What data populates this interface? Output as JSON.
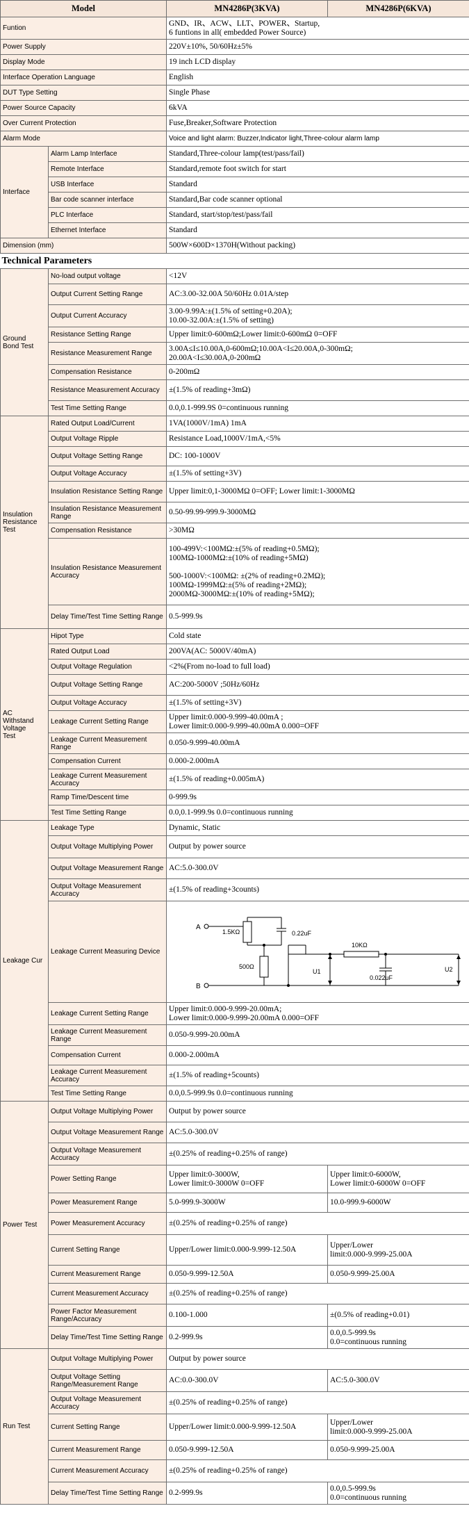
{
  "header": {
    "model": "Model",
    "col1": "MN4286P(3KVA)",
    "col2": "MN4286P(6KVA)"
  },
  "general": [
    {
      "label": "Funtion",
      "value": "GND、IR、ACW、LLT、POWER、Startup,\n6 funtions in all( embedded Power Source)"
    },
    {
      "label": "Power Supply",
      "value": "220V±10%, 50/60Hz±5%"
    },
    {
      "label": "Display Mode",
      "value": "19 inch LCD display"
    },
    {
      "label": "Interface Operation Language",
      "value": "English"
    },
    {
      "label": "DUT Type Setting",
      "value": "Single Phase"
    },
    {
      "label": "Power Source Capacity",
      "value": "6kVA"
    },
    {
      "label": "Over Current Protection",
      "value": "Fuse,Breaker,Software Protection"
    },
    {
      "label": "Alarm Mode",
      "value": "Voice and light alarm: Buzzer,Indicator light,Three-colour alarm lamp"
    }
  ],
  "interface": {
    "group": "Interface",
    "rows": [
      {
        "label": "Alarm Lamp Interface",
        "value": "Standard,Three-colour lamp(test/pass/fail)"
      },
      {
        "label": "Remote Interface",
        "value": "Standard,remote foot switch for start"
      },
      {
        "label": "USB Interface",
        "value": "Standard"
      },
      {
        "label": "Bar code scanner interface",
        "value": "Standard,Bar code scanner  optional"
      },
      {
        "label": "PLC Interface",
        "value": "Standard, start/stop/test/pass/fail"
      },
      {
        "label": "Ethernet Interface",
        "value": "Standard"
      }
    ]
  },
  "dimension": {
    "label": "Dimension  (mm)",
    "value": "500W×600D×1370H(Without packing)"
  },
  "tech_title": "Technical Parameters",
  "ground": {
    "group": "Ground\nBond Test",
    "rows": [
      {
        "label": "No-load output voltage",
        "value": "<12V"
      },
      {
        "label": "Output Current Setting Range",
        "value": "AC:3.00-32.00A    50/60Hz             0.01A/step"
      },
      {
        "label": "Output Current Accuracy",
        "value": "3.00-9.99A:±(1.5% of setting+0.20A);\n10.00-32.00A:±(1.5% of setting)"
      },
      {
        "label": "Resistance Setting Range",
        "value": "Upper limit:0-600mΩ;Lower limit:0-600mΩ     0=OFF"
      },
      {
        "label": "Resistance Measurement Range",
        "value": "3.00A≤I≤10.00A,0-600mΩ;10.00A<I≤20.00A,0-300mΩ;\n20.00A<I≤30.00A,0-200mΩ"
      },
      {
        "label": "Compensation Resistance",
        "value": "0-200mΩ"
      },
      {
        "label": "Resistance Measurement Accuracy",
        "value": "±(1.5% of reading+3mΩ)"
      },
      {
        "label": "Test Time Setting Range",
        "value": "0.0,0.1-999.9S     0=continuous running"
      }
    ]
  },
  "insulation": {
    "group": "Insulation\nResistance\nTest",
    "rows": [
      {
        "label": "Rated Output Load/Current",
        "value": "1VA(1000V/1mA)                              1mA"
      },
      {
        "label": "Output Voltage Ripple",
        "value": "Resistance Load,1000V/1mA,<5%"
      },
      {
        "label": "Output Voltage Setting Range",
        "value": "DC: 100-1000V"
      },
      {
        "label": "Output Voltage Accuracy",
        "value": "±(1.5% of setting+3V)"
      },
      {
        "label": "Insulation Resistance Setting Range",
        "value": "Upper limit:0,1-3000MΩ   0=OFF; Lower limit:1-3000MΩ"
      },
      {
        "label": "Insulation Resistance Measurement Range",
        "value": "0.50-99.99-999.9-3000MΩ"
      },
      {
        "label": "Compensation Resistance",
        "value": ">30MΩ"
      },
      {
        "label": "Insulation Resistance Measurement Accuracy",
        "value": "100-499V:<100MΩ:±(5% of reading+0.5MΩ);\n100MΩ-1000MΩ:±(10% of reading+5MΩ)\n\n500-1000V:<100MΩ: ±(2% of reading+0.2MΩ);\n100MΩ-1999MΩ:±(5% of reading+2MΩ);\n2000MΩ-3000MΩ:±(10% of reading+5MΩ);"
      },
      {
        "label": "Delay Time/Test Time Setting Range",
        "value": "0.5-999.9s"
      }
    ]
  },
  "acw": {
    "group": "AC\nWithstand\nVoltage\nTest",
    "rows": [
      {
        "label": "Hipot Type",
        "value": "Cold state"
      },
      {
        "label": "Rated Output Load",
        "value": "200VA(AC: 5000V/40mA)"
      },
      {
        "label": "Output Voltage Regulation",
        "value": "<2%(From no-load to full load)"
      },
      {
        "label": "Output Voltage Setting Range",
        "value": "AC:200-5000V ;50Hz/60Hz"
      },
      {
        "label": "Output Voltage Accuracy",
        "value": "±(1.5% of setting+3V)"
      },
      {
        "label": "Leakage Current Setting Range",
        "value": "Upper limit:0.000-9.999-40.00mA ;\nLower limit:0.000-9.999-40.00mA     0.000=OFF"
      },
      {
        "label": "Leakage Current Measurement Range",
        "value": "0.050-9.999-40.00mA"
      },
      {
        "label": "Compensation Current",
        "value": "0.000-2.000mA"
      },
      {
        "label": "Leakage Current Measurement Accuracy",
        "value": "±(1.5% of reading+0.005mA)"
      },
      {
        "label": "Ramp Time/Descent time",
        "value": "0-999.9s"
      },
      {
        "label": "Test Time Setting Range",
        "value": "0.0,0.1-999.9s     0.0=continuous running"
      }
    ]
  },
  "leakage": {
    "group": "Leakage Cur",
    "rows_a": [
      {
        "label": "Leakage Type",
        "value": "Dynamic, Static"
      },
      {
        "label": "Output Voltage Multiplying Power",
        "value": "Output by  power source"
      },
      {
        "label": "Output Voltage Measurement Range",
        "value": "AC:5.0-300.0V"
      },
      {
        "label": "Output Voltage Measurement Accuracy",
        "value": "±(1.5% of reading+3counts)"
      }
    ],
    "device_label": "Leakage Current Measuring Device",
    "circuit": {
      "a": "A",
      "b": "B",
      "r1": "1.5KΩ",
      "c1": "0.22uF",
      "r2": "500Ω",
      "u1": "U1",
      "r3": "10KΩ",
      "c2": "0.022uF",
      "u2": "U2"
    },
    "rows_b": [
      {
        "label": "Leakage Current Setting Range",
        "value": "Upper limit:0.000-9.999-20.00mA;\nLower limit:0.000-9.999-20.00mA     0.000=OFF"
      },
      {
        "label": "Leakage Current Measurement Range",
        "value": "0.050-9.999-20.00mA"
      },
      {
        "label": "Compensation Current",
        "value": "0.000-2.000mA"
      },
      {
        "label": "Leakage Current Measurement Accuracy",
        "value": "±(1.5% of reading+5counts)"
      },
      {
        "label": "Test Time Setting Range",
        "value": "0.0,0.5-999.9s   0.0=continuous running"
      }
    ]
  },
  "power": {
    "group": "Power Test",
    "multiplying": {
      "label": "Output Voltage Multiplying Power",
      "value": "Output  by  power source"
    },
    "meas_range": {
      "label": "Output Voltage Measurement Range",
      "value": "AC:5.0-300.0V"
    },
    "meas_acc": {
      "label": "Output Voltage Measurement Accuracy",
      "value": "±(0.25% of reading+0.25% of range)"
    },
    "power_setting": {
      "label": "Power Setting Range",
      "v1": "Upper limit:0-3000W,\nLower limit:0-3000W   0=OFF",
      "v2": "Upper limit:0-6000W,\nLower limit:0-6000W   0=OFF"
    },
    "power_meas": {
      "label": "Power Measurement Range",
      "v1": "5.0-999.9-3000W",
      "v2": "10.0-999.9-6000W"
    },
    "power_acc": {
      "label": "Power  Measurement Accuracy",
      "value": "±(0.25% of reading+0.25% of range)"
    },
    "current_setting": {
      "label": "Current Setting Range",
      "v1": "Upper/Lower limit:0.000-9.999-12.50A",
      "v2": "Upper/Lower\nlimit:0.000-9.999-25.00A"
    },
    "current_meas": {
      "label": "Current Measurement Range",
      "v1": "0.050-9.999-12.50A",
      "v2": "0.050-9.999-25.00A"
    },
    "current_acc": {
      "label": "Current  Measurement Accuracy",
      "value": "±(0.25% of reading+0.25% of range)"
    },
    "pf": {
      "label": "Power Factor Measurement Range/Accuracy",
      "v1": "0.100-1.000",
      "v2": "±(0.5% of reading+0.01)"
    },
    "delay": {
      "label": "Delay Time/Test Time Setting Range",
      "v1": "0.2-999.9s",
      "v2": "0.0,0.5-999.9s\n0.0=continuous running"
    }
  },
  "run": {
    "group": "Run Test",
    "multiplying": {
      "label": "Output Voltage Multiplying Power",
      "value": "Output  by  power source"
    },
    "range": {
      "label": "Output Voltage Setting Range/Measurement Range",
      "v1": "AC:0.0-300.0V",
      "v2": "AC:5.0-300.0V"
    },
    "acc": {
      "label": "Output Voltage Measurement Accuracy",
      "value": "±(0.25% of reading+0.25% of range)"
    },
    "current_setting": {
      "label": "Current Setting Range",
      "v1": "Upper/Lower limit:0.000-9.999-12.50A",
      "v2": "Upper/Lower\nlimit:0.000-9.999-25.00A"
    },
    "current_meas": {
      "label": "Current Measurement Range",
      "v1": "0.050-9.999-12.50A",
      "v2": "0.050-9.999-25.00A"
    },
    "current_acc": {
      "label": "Current Measurement Accuracy",
      "value": "±(0.25% of reading+0.25% of range)"
    },
    "delay": {
      "label": "Delay Time/Test Time Setting Range",
      "v1": "0.2-999.9s",
      "v2": "0.0,0.5-999.9s\n0.0=continuous running"
    }
  }
}
